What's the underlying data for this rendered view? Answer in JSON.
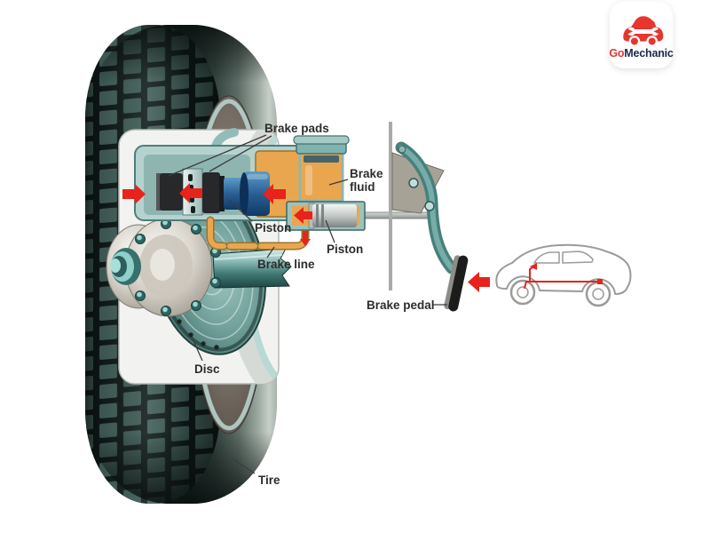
{
  "logo": {
    "brand_prefix": "Go",
    "brand_suffix": "Mechanic"
  },
  "labels": {
    "brake_pads": "Brake pads",
    "brake_fluid_line1": "Brake",
    "brake_fluid_line2": "fluid",
    "piston_caliper": "Piston",
    "piston_master": "Piston",
    "brake_line": "Brake line",
    "brake_pedal": "Brake pedal",
    "disc": "Disc",
    "tire": "Tire"
  },
  "colors": {
    "arrow_red": "#e8231c",
    "fluid_orange": "#e9a64f",
    "caliper_teal": "#b5d2ce",
    "piston_blue": "#1c4f7e",
    "logo_red": "#e8352e",
    "logo_navy": "#1b2a4a"
  }
}
